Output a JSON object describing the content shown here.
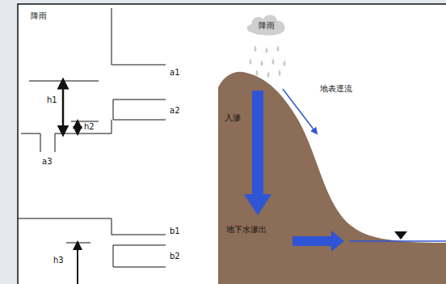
{
  "diagram": {
    "nodes": [
      {
        "text": [
          "降雨"
        ]
      }
    ],
    "labels": [
      "降雨",
      "a1",
      "a2",
      "h1",
      "h2",
      "a3",
      "b1",
      "b2",
      "h3",
      "地表逕流",
      "入滲",
      "地下水滲出"
    ]
  }
}
